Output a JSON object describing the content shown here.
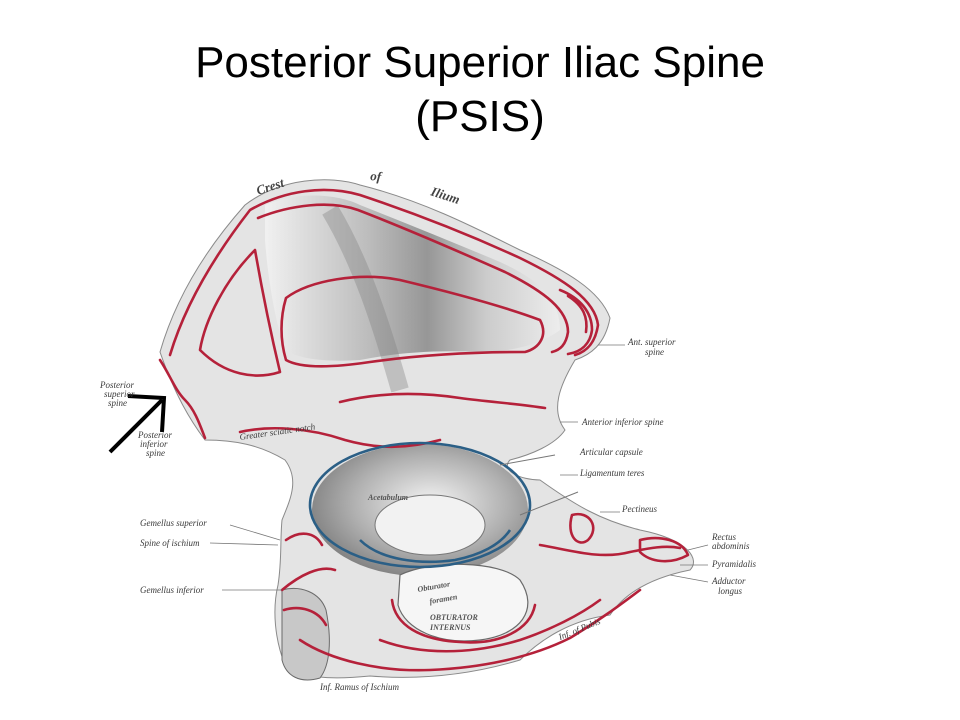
{
  "slide": {
    "title_line1": "Posterior Superior Iliac Spine",
    "title_line2": "(PSIS)"
  },
  "figure": {
    "colors": {
      "ligament_red": "#b5213a",
      "capsule_blue": "#2b5f86",
      "bone_shade": "#9a9a9a",
      "arrow": "#000000"
    },
    "bone_text": {
      "crest_word1": "Crest",
      "crest_word2": "of",
      "crest_word3": "Ilium",
      "acetabulum": "Acetabulum",
      "obturator_foramen_1": "Obturator",
      "obturator_foramen_2": "foramen",
      "obturator_membrane": "OBTURATOR",
      "obturator_internus": "INTERNUS"
    },
    "labels": {
      "posterior_superior_spine_1": "Posterior",
      "posterior_superior_spine_2": "superior",
      "posterior_superior_spine_3": "spine",
      "posterior_inferior_spine_1": "Posterior",
      "posterior_inferior_spine_2": "inferior",
      "posterior_inferior_spine_3": "spine",
      "ant_superior_spine_1": "Ant. superior",
      "ant_superior_spine_2": "spine",
      "anterior_inferior_spine": "Anterior inferior spine",
      "articular_capsule": "Articular capsule",
      "ligamentum_teres": "Ligamentum teres",
      "pectineus": "Pectineus",
      "rectus_abdominis_1": "Rectus",
      "rectus_abdominis_2": "abdominis",
      "pyramidalis": "Pyramidalis",
      "adductor_longus_1": "Adductor",
      "adductor_longus_2": "longus",
      "gemellus_superior": "Gemellus superior",
      "spine_of_ischium": "Spine of ischium",
      "gemellus_inferior": "Gemellus inferior",
      "greater_sciatic_notch": "Greater sciatic notch",
      "body_of_pubis": "Inf. of Pubis",
      "ramus_of_ischium": "Inf. Ramus of Ischium"
    }
  }
}
